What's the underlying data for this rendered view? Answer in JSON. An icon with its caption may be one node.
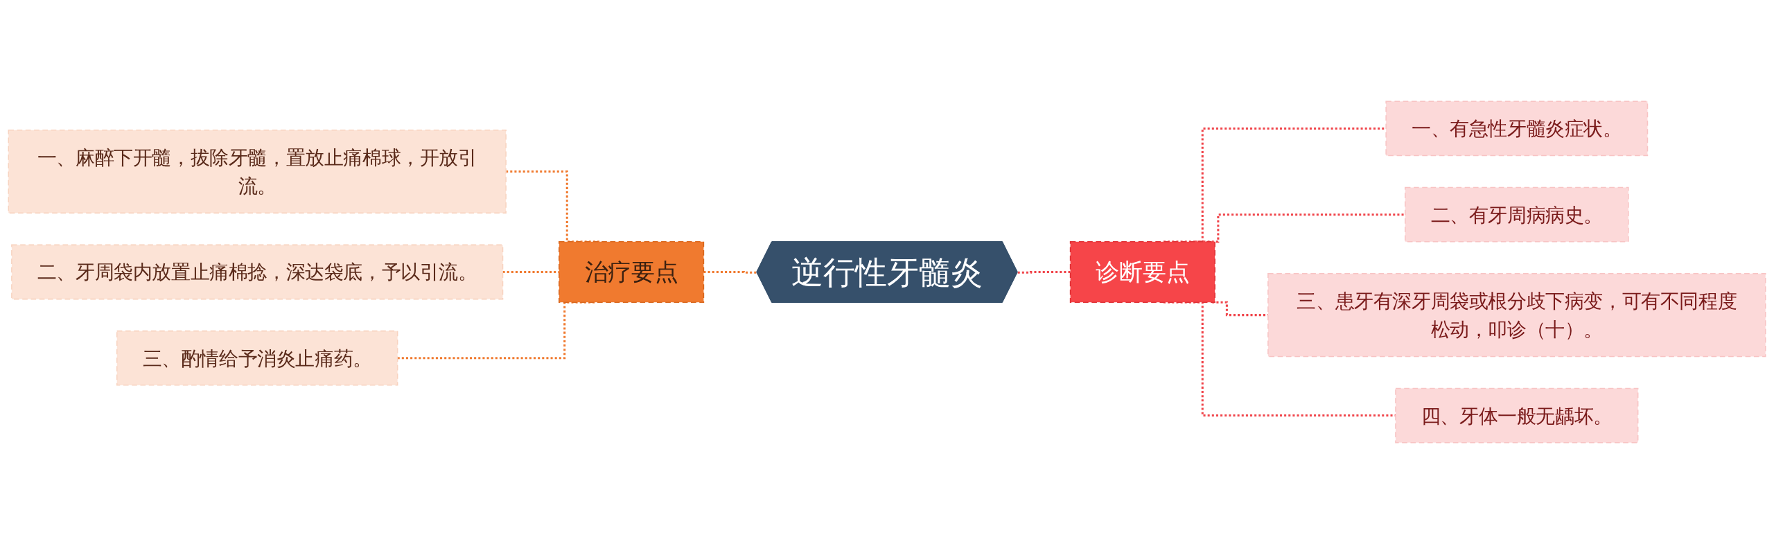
{
  "diagram": {
    "nodes": [
      {
        "text": [
          "逆行性牙髓炎"
        ]
      },
      {
        "text": [
          "治疗要点"
        ]
      },
      {
        "text": [
          "一、麻醉下开髓，拔除牙髓，置放止痛棉球，开放引流。"
        ]
      },
      {
        "text": [
          "二、牙周袋内放置止痛棉捻，深达袋底，予以引流。"
        ]
      },
      {
        "text": [
          "三、酌情给予消炎止痛药。"
        ]
      },
      {
        "text": [
          "诊断要点"
        ]
      },
      {
        "text": [
          "一、有急性牙髓炎症状。"
        ]
      },
      {
        "text": [
          "二、有牙周病病史。"
        ]
      },
      {
        "text": [
          "三、患牙有深牙周袋或根分歧下病变，可有不同程度松动，叩诊（十）。"
        ]
      },
      {
        "text": [
          "四、牙体一般无龋坏。"
        ]
      }
    ],
    "edges": [
      {
        "from": 1,
        "to": 0,
        "arrow": "none",
        "style": "dashed",
        "color": "#f07a2f"
      },
      {
        "from": 2,
        "to": 1,
        "arrow": "none",
        "style": "dashed",
        "color": "#f07a2f"
      },
      {
        "from": 3,
        "to": 1,
        "arrow": "none",
        "style": "dashed",
        "color": "#f07a2f"
      },
      {
        "from": 4,
        "to": 1,
        "arrow": "none",
        "style": "dashed",
        "color": "#f07a2f"
      },
      {
        "from": 0,
        "to": 5,
        "arrow": "none",
        "style": "dashed"
      },
      {
        "from": 5,
        "to": 6,
        "arrow": "none",
        "style": "dashed"
      },
      {
        "from": 5,
        "to": 7,
        "arrow": "none",
        "style": "dashed"
      },
      {
        "from": 5,
        "to": 8,
        "arrow": "none",
        "style": "dashed"
      },
      {
        "from": 5,
        "to": 9,
        "arrow": "none",
        "style": "dashed"
      }
    ]
  }
}
